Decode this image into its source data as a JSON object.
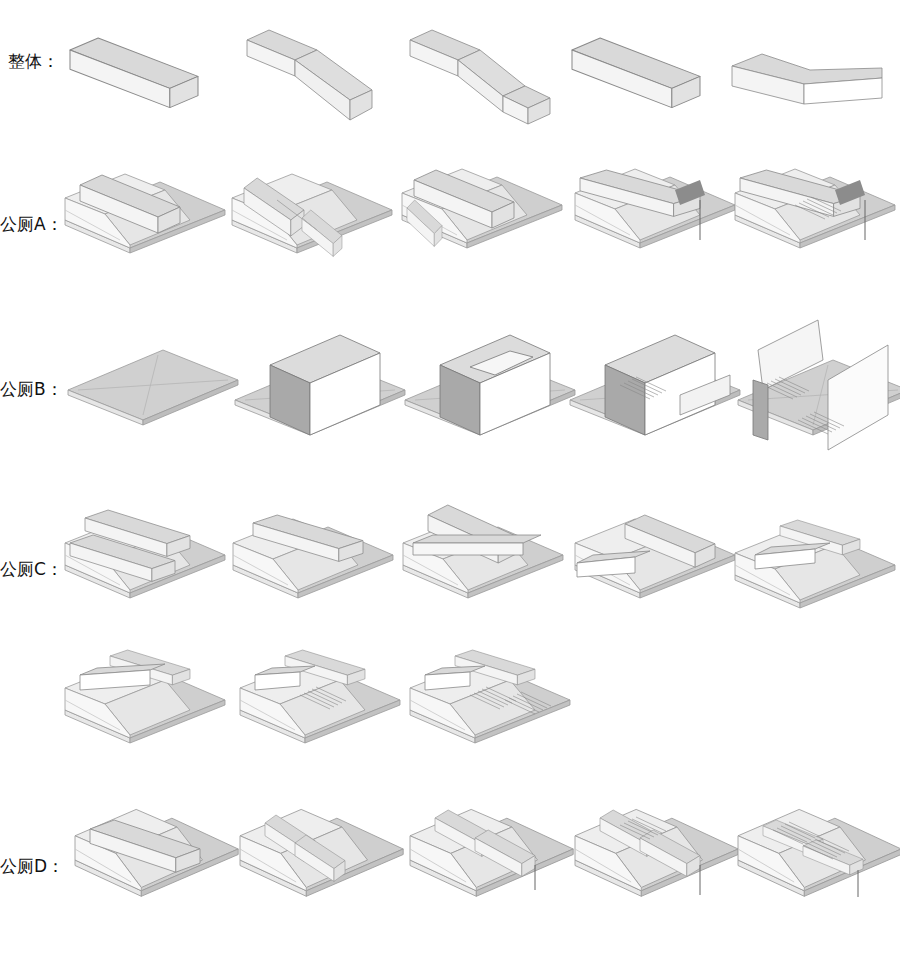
{
  "diagram": {
    "labels": [
      "整体：",
      "公厕A：",
      "公厕B：",
      "公厕C：",
      "公厕D："
    ]
  }
}
